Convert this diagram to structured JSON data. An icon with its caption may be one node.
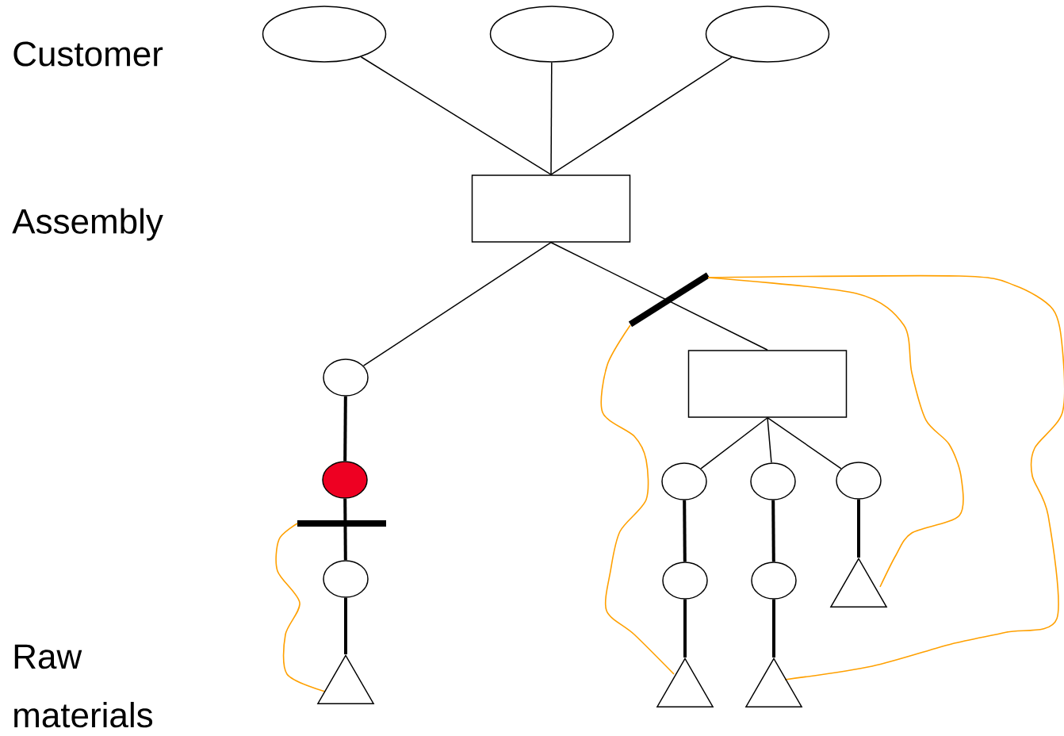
{
  "diagram": {
    "nodes": [
      {
        "text": [],
        "shape": "ellipse"
      },
      {
        "text": [],
        "shape": "ellipse"
      },
      {
        "text": [],
        "shape": "ellipse"
      },
      {
        "text": [],
        "shape": "box"
      },
      {
        "text": [],
        "shape": "circle"
      },
      {
        "text": [],
        "shape": "circle"
      },
      {
        "text": [],
        "shape": "circle"
      },
      {
        "text": [],
        "shape": "triangle"
      },
      {
        "text": [],
        "shape": "box"
      },
      {
        "text": [],
        "shape": "circle"
      },
      {
        "text": [],
        "shape": "circle"
      },
      {
        "text": [],
        "shape": "circle"
      },
      {
        "text": [],
        "shape": "circle"
      },
      {
        "text": [],
        "shape": "circle"
      },
      {
        "text": [],
        "shape": "triangle"
      },
      {
        "text": [],
        "shape": "triangle"
      },
      {
        "text": [],
        "shape": "triangle"
      }
    ],
    "edges": [
      {
        "from": 0,
        "to": 3,
        "arrow": "none"
      },
      {
        "from": 1,
        "to": 3,
        "arrow": "none"
      },
      {
        "from": 2,
        "to": 3,
        "arrow": "none"
      },
      {
        "from": 3,
        "to": 4,
        "arrow": "none"
      },
      {
        "from": 3,
        "to": 8,
        "arrow": "none"
      },
      {
        "from": 4,
        "to": 5,
        "arrow": "none",
        "style": "thick"
      },
      {
        "from": 5,
        "to": 6,
        "arrow": "none",
        "style": "thick"
      },
      {
        "from": 6,
        "to": 7,
        "arrow": "none",
        "style": "thick"
      },
      {
        "from": 8,
        "to": 9,
        "arrow": "none"
      },
      {
        "from": 8,
        "to": 10,
        "arrow": "none"
      },
      {
        "from": 8,
        "to": 11,
        "arrow": "none"
      },
      {
        "from": 9,
        "to": 12,
        "arrow": "none",
        "style": "thick"
      },
      {
        "from": 12,
        "to": 15,
        "arrow": "none",
        "style": "thick"
      },
      {
        "from": 10,
        "to": 13,
        "arrow": "none",
        "style": "thick"
      },
      {
        "from": 13,
        "to": 16,
        "arrow": "none",
        "style": "thick"
      },
      {
        "from": 11,
        "to": 14,
        "arrow": "none",
        "style": "thick"
      }
    ],
    "labels": [
      "Customer",
      "Assembly",
      "Raw materials"
    ]
  }
}
